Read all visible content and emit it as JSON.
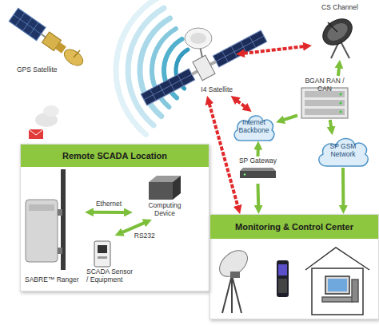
{
  "diagram": {
    "nodes": [
      {
        "text": [
          "GPS Satellite"
        ]
      },
      {
        "text": [
          "I4 Satellite"
        ]
      },
      {
        "text": [
          "CS Channel"
        ]
      },
      {
        "text": [
          "BGAN RAN / CAN"
        ]
      },
      {
        "text": [
          "Internet Backbone"
        ]
      },
      {
        "text": [
          "Remote SCADA Location"
        ]
      },
      {
        "text": [
          "SP GSM Network"
        ]
      },
      {
        "text": [
          "SP Gateway"
        ]
      },
      {
        "text": [
          "SABRE™ Ranger"
        ],
        "in": 5
      },
      {
        "text": [
          "Computing Device"
        ],
        "in": 5
      },
      {
        "text": [
          "SCADA Sensor / Equipment"
        ],
        "in": 5
      },
      {
        "text": [
          "Monitoring & Control Center"
        ]
      }
    ],
    "edges": [
      {
        "from": 1,
        "to": 2,
        "arrow": "both"
      },
      {
        "from": 1,
        "to": 4,
        "arrow": "both"
      },
      {
        "from": 1,
        "to": 11,
        "arrow": "both"
      },
      {
        "from": 3,
        "to": 2,
        "arrow": "to"
      },
      {
        "from": 3,
        "to": 4,
        "arrow": "to"
      },
      {
        "from": 3,
        "to": 6,
        "arrow": "to"
      },
      {
        "from": 7,
        "to": 4,
        "arrow": "to"
      },
      {
        "from": 7,
        "to": 11,
        "arrow": "to"
      },
      {
        "from": 6,
        "to": 11,
        "arrow": "to"
      },
      {
        "from": 8,
        "to": 9,
        "arrow": "both",
        "label": "Ethernet"
      },
      {
        "from": 9,
        "to": 10,
        "arrow": "both",
        "label": "RS232"
      }
    ]
  }
}
